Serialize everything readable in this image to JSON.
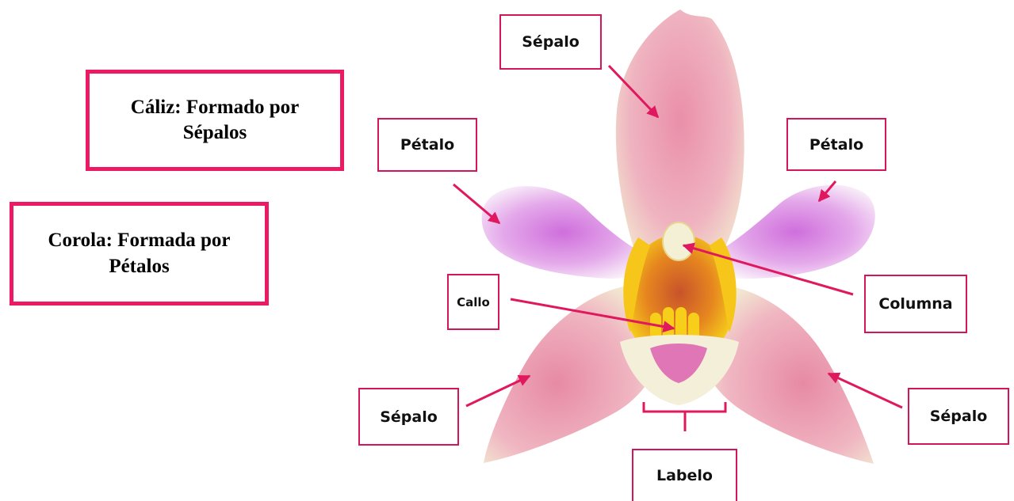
{
  "definitions": {
    "caliz": "Cáliz: Formado por Sépalos",
    "corola": "Corola: Formada por Pétalos"
  },
  "labels": {
    "sepalo_top": "Sépalo",
    "petalo_left": "Pétalo",
    "petalo_right": "Pétalo",
    "callo": "Callo",
    "columna": "Columna",
    "sepalo_left": "Sépalo",
    "sepalo_right": "Sépalo",
    "labelo": "Labelo"
  },
  "colors": {
    "accent": "#ec1a64",
    "arrow": "#e0185e",
    "sepal_pink": "#e890a8",
    "petal_purple": "#d47fe0",
    "center_yellow": "#f5c800"
  }
}
